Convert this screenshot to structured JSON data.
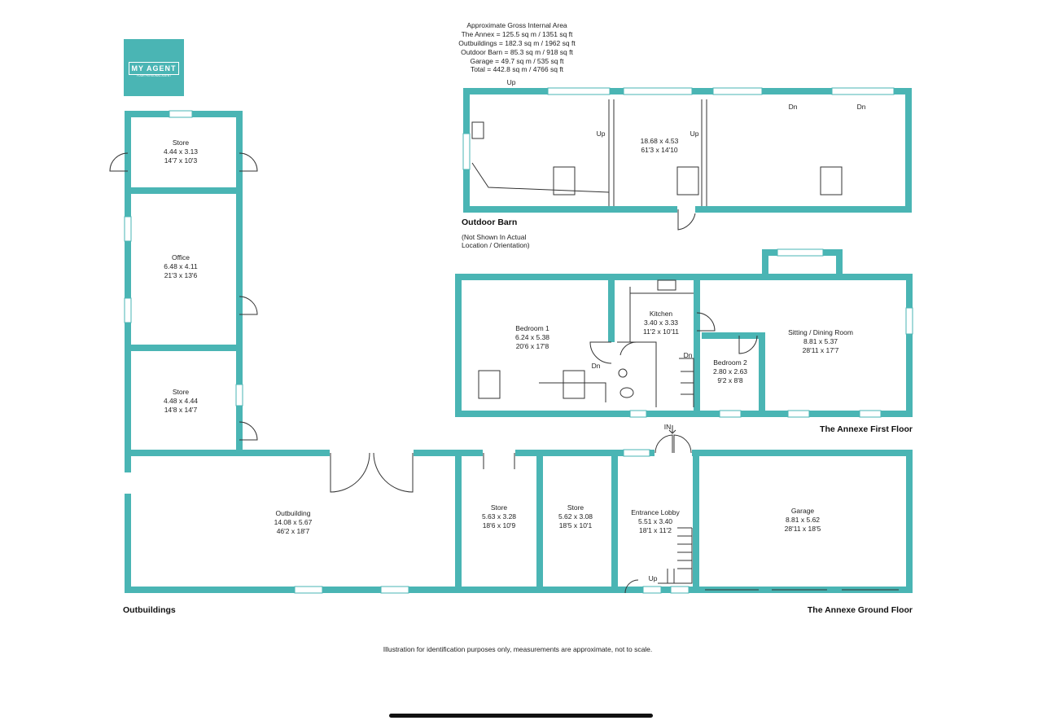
{
  "logo": {
    "text": "MY AGENT",
    "sub": "YOUR PERSONAL AGENT"
  },
  "area_summary": {
    "lines": [
      "Approximate Gross Internal Area",
      "The Annex = 125.5 sq m / 1351 sq ft",
      "Outbuildings = 182.3 sq m / 1962 sq ft",
      "Outdoor Barn = 85.3 sq m / 918 sq ft",
      "Garage = 49.7 sq m / 535 sq ft",
      "Total = 442.8 sq m / 4766 sq ft"
    ]
  },
  "sections": {
    "outdoor_barn": "Outdoor Barn",
    "outdoor_barn_note_1": "(Not Shown In Actual",
    "outdoor_barn_note_2": "Location / Orientation)",
    "annexe_first": "The Annexe First Floor",
    "annexe_ground": "The Annexe Ground Floor",
    "outbuildings": "Outbuildings"
  },
  "rooms": {
    "store_top": {
      "name": "Store",
      "metric": "4.44 x 3.13",
      "imperial": "14'7 x 10'3"
    },
    "office": {
      "name": "Office",
      "metric": "6.48 x 4.11",
      "imperial": "21'3 x 13'6"
    },
    "store_mid": {
      "name": "Store",
      "metric": "4.48 x 4.44",
      "imperial": "14'8 x 14'7"
    },
    "outbuilding": {
      "name": "Outbuilding",
      "metric": "14.08 x 5.67",
      "imperial": "46'2 x 18'7"
    },
    "store_a": {
      "name": "Store",
      "metric": "5.63 x 3.28",
      "imperial": "18'6 x 10'9"
    },
    "store_b": {
      "name": "Store",
      "metric": "5.62 x 3.08",
      "imperial": "18'5 x 10'1"
    },
    "entrance": {
      "name": "Entrance Lobby",
      "metric": "5.51 x 3.40",
      "imperial": "18'1 x 11'2"
    },
    "garage": {
      "name": "Garage",
      "metric": "8.81 x 5.62",
      "imperial": "28'11 x 18'5"
    },
    "barn": {
      "name": "",
      "metric": "18.68 x 4.53",
      "imperial": "61'3 x 14'10"
    },
    "bedroom1": {
      "name": "Bedroom 1",
      "metric": "6.24 x 5.38",
      "imperial": "20'6 x 17'8"
    },
    "kitchen": {
      "name": "Kitchen",
      "metric": "3.40 x 3.33",
      "imperial": "11'2 x 10'11"
    },
    "bedroom2": {
      "name": "Bedroom 2",
      "metric": "2.80 x 2.63",
      "imperial": "9'2 x 8'8"
    },
    "sitting": {
      "name": "Sitting / Dining Room",
      "metric": "8.81 x 5.37",
      "imperial": "28'11 x 17'7"
    }
  },
  "markers": {
    "up": "Up",
    "dn": "Dn",
    "in": "IN"
  },
  "disclaimer": "Illustration for identification purposes only, measurements are approximate, not to scale.",
  "colors": {
    "wall": "#4ab5b4",
    "background": "#ffffff"
  }
}
